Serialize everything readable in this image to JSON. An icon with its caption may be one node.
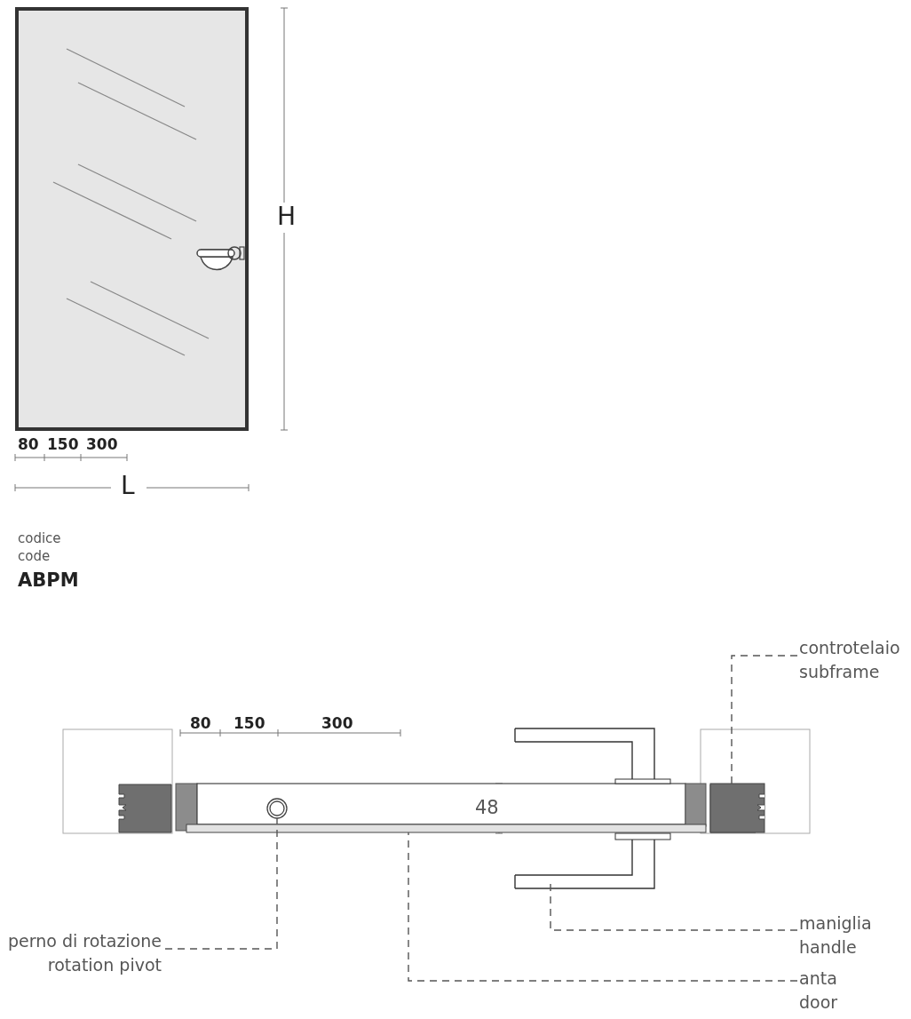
{
  "diagram": {
    "nodes": [
      {
        "text": [
          "perno di rotazione",
          "rotation pivot"
        ]
      },
      {
        "text": [],
        "shape": "bar"
      },
      {
        "text": [],
        "shape": "circle"
      },
      {
        "text": [],
        "shape": "picture"
      },
      {
        "text": [],
        "shape": "picture"
      },
      {
        "text": [
          "controtelaio",
          "subframe"
        ]
      },
      {
        "text": [
          "maniglia",
          "handle"
        ]
      },
      {
        "text": [
          "anta",
          "door"
        ]
      }
    ],
    "edges": [
      {
        "from": 5,
        "to": 4,
        "arrow": "none",
        "style": "dashed"
      },
      {
        "from": 6,
        "to": 3,
        "arrow": "none",
        "style": "dashed"
      },
      {
        "from": 0,
        "to": 2,
        "arrow": "none",
        "style": "dashed"
      },
      {
        "from": 7,
        "to": 1,
        "arrow": "none",
        "style": "dashed"
      }
    ],
    "labels": [
      "H",
      "80",
      "150",
      "300",
      "L",
      "codice",
      "code",
      "ABPM",
      "80",
      "150",
      "300",
      "48"
    ]
  }
}
